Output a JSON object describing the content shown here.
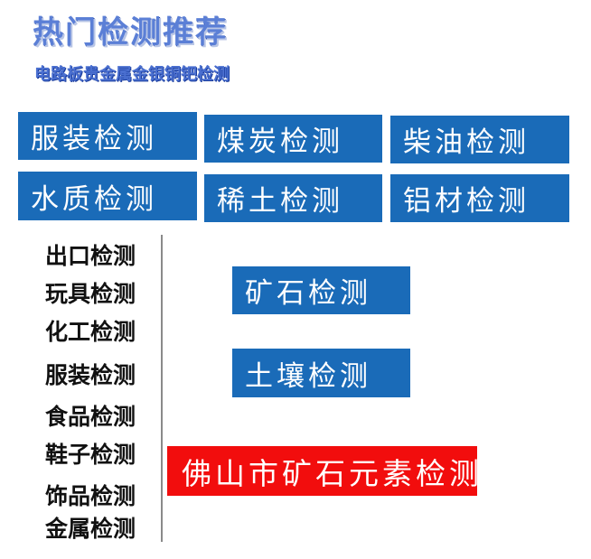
{
  "header": {
    "title": "热门检测推荐",
    "subtitle": "电路板贵金属金银铜钯检测"
  },
  "grid_buttons": [
    {
      "label": "服装检测"
    },
    {
      "label": "煤炭检测"
    },
    {
      "label": "柴油检测"
    },
    {
      "label": "水质检测"
    },
    {
      "label": "稀土检测"
    },
    {
      "label": "铝材检测"
    }
  ],
  "side_list": [
    {
      "label": "出口检测"
    },
    {
      "label": "玩具检测"
    },
    {
      "label": "化工检测"
    },
    {
      "label": "服装检测"
    },
    {
      "label": "食品检测"
    },
    {
      "label": "鞋子检测"
    },
    {
      "label": "饰品检测"
    },
    {
      "label": "金属检测"
    }
  ],
  "feature_buttons": [
    {
      "label": "矿石检测"
    },
    {
      "label": "土壤检测"
    }
  ],
  "highlight_button": {
    "label": "佛山市矿石元素检测"
  },
  "colors": {
    "button_blue": "#1a6bb8",
    "highlight_red": "#f20d0d",
    "title_blue": "#5b7fd6"
  }
}
